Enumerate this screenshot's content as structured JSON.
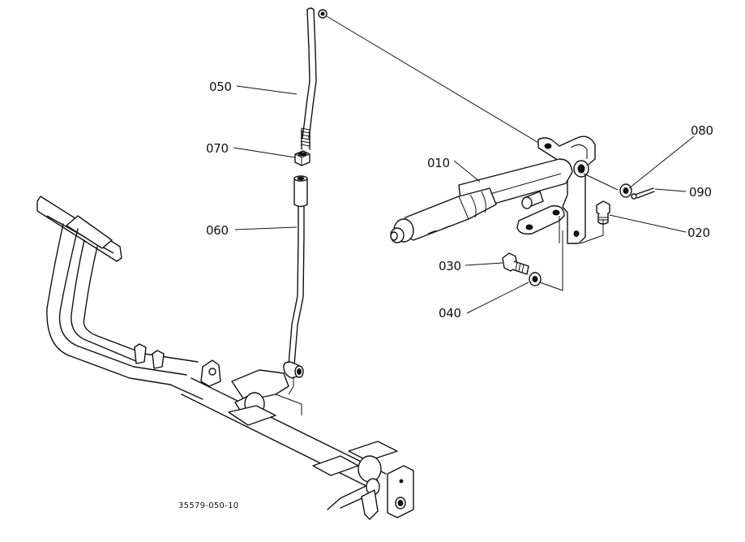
{
  "figure": {
    "drawing_code": "35579-050-10",
    "part_labels": {
      "p010": "010",
      "p020": "020",
      "p030": "030",
      "p040": "040",
      "p050": "050",
      "p060": "060",
      "p070": "070",
      "p080": "080",
      "p090": "090"
    }
  }
}
